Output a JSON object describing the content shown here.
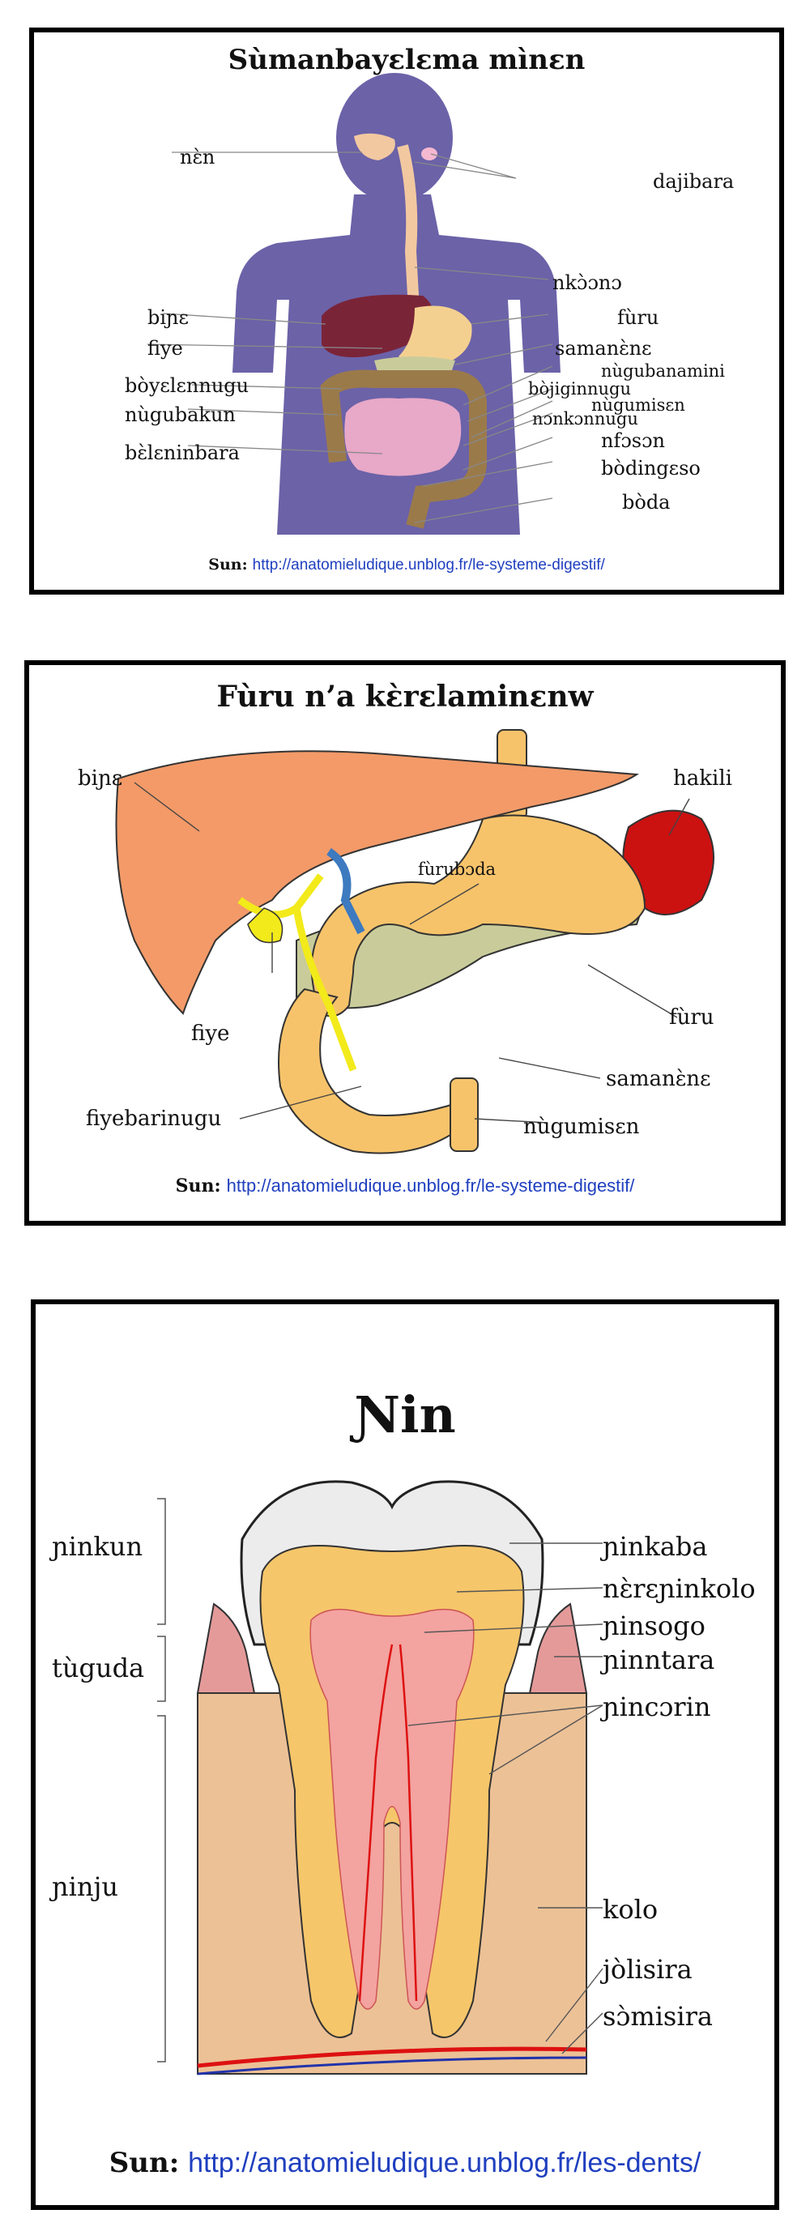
{
  "panel1": {
    "title": "Sùmanbayɛlɛma mìnɛn",
    "labels": {
      "nen": "nɛ̀n",
      "dajibara": "dajibara",
      "nkoono": "nkɔ̀ɔnɔ",
      "furu": "fùru",
      "bijne": "biɲɛ",
      "fiye": "fiye",
      "samanene": "samanɛ̀nɛ",
      "nugubanamini": "nùgubanamini",
      "boyelennugu": "bòyɛlɛnnugu",
      "bojiginnugu": "bòjiginnugu",
      "nugumisen": "nùgumisɛn",
      "nugubakun": "nùgubakun",
      "nonkonnugu": "nɔnkɔnnugu",
      "nfoson": "nfɔsɔn",
      "beleninbara": "bɛ̀lɛninbara",
      "bodingeso": "bòdingɛso",
      "boda": "bòda"
    },
    "source_label": "Sun:",
    "source_url": "http://anatomieludique.unblog.fr/le-systeme-digestif/"
  },
  "panel2": {
    "title": "Fùru n’a kɛ̀rɛlaminɛnw",
    "labels": {
      "bijne": "biɲɛ",
      "hakili": "hakili",
      "furuboda": "fùrubɔda",
      "fiye": "fiye",
      "furu": "fùru",
      "samanene": "samanɛ̀nɛ",
      "fiyebarinugu": "fiyebarinugu",
      "nugumisen": "nùgumisɛn"
    },
    "source_label": "Sun:",
    "source_url": "http://anatomieludique.unblog.fr/le-systeme-digestif/"
  },
  "panel3": {
    "title": "Ɲin",
    "labels": {
      "ninkun": "ɲinkun",
      "tuguda": "tùguda",
      "ninju": "ɲinju",
      "ninkaba": "ɲinkaba",
      "nereninkolo": "nɛ̀rɛɲinkolo",
      "ninsogo": "ɲinsogo",
      "ninntara": "ɲinntara",
      "nincorin": "ɲincɔrin",
      "kolo": "kolo",
      "jolisira": "jòlisira",
      "somisira": "sɔ̀misira"
    },
    "source_label": "Sun:",
    "source_url": "http://anatomieludique.unblog.fr/les-dents/"
  },
  "colors": {
    "body_silhouette": "#6b62a8",
    "liver": "#7a2438",
    "esophagus": "#f2c8a0",
    "stomach": "#f4d090",
    "large_intestine": "#9b7a4a",
    "small_intestine": "#e8a8c8",
    "liver_detail": "#f39a68",
    "stomach_detail": "#f7c36a",
    "spleen": "#cc1111",
    "pancreas": "#c9cc9a",
    "bile": "#f2ea1a",
    "enamel": "#ececec",
    "dentin": "#f6c66a",
    "pulp": "#f3a3a0",
    "gum": "#e59a9a",
    "bone": "#ecc196",
    "artery": "#dd1111",
    "vein": "#2233aa",
    "link": "#1f3fbf"
  }
}
